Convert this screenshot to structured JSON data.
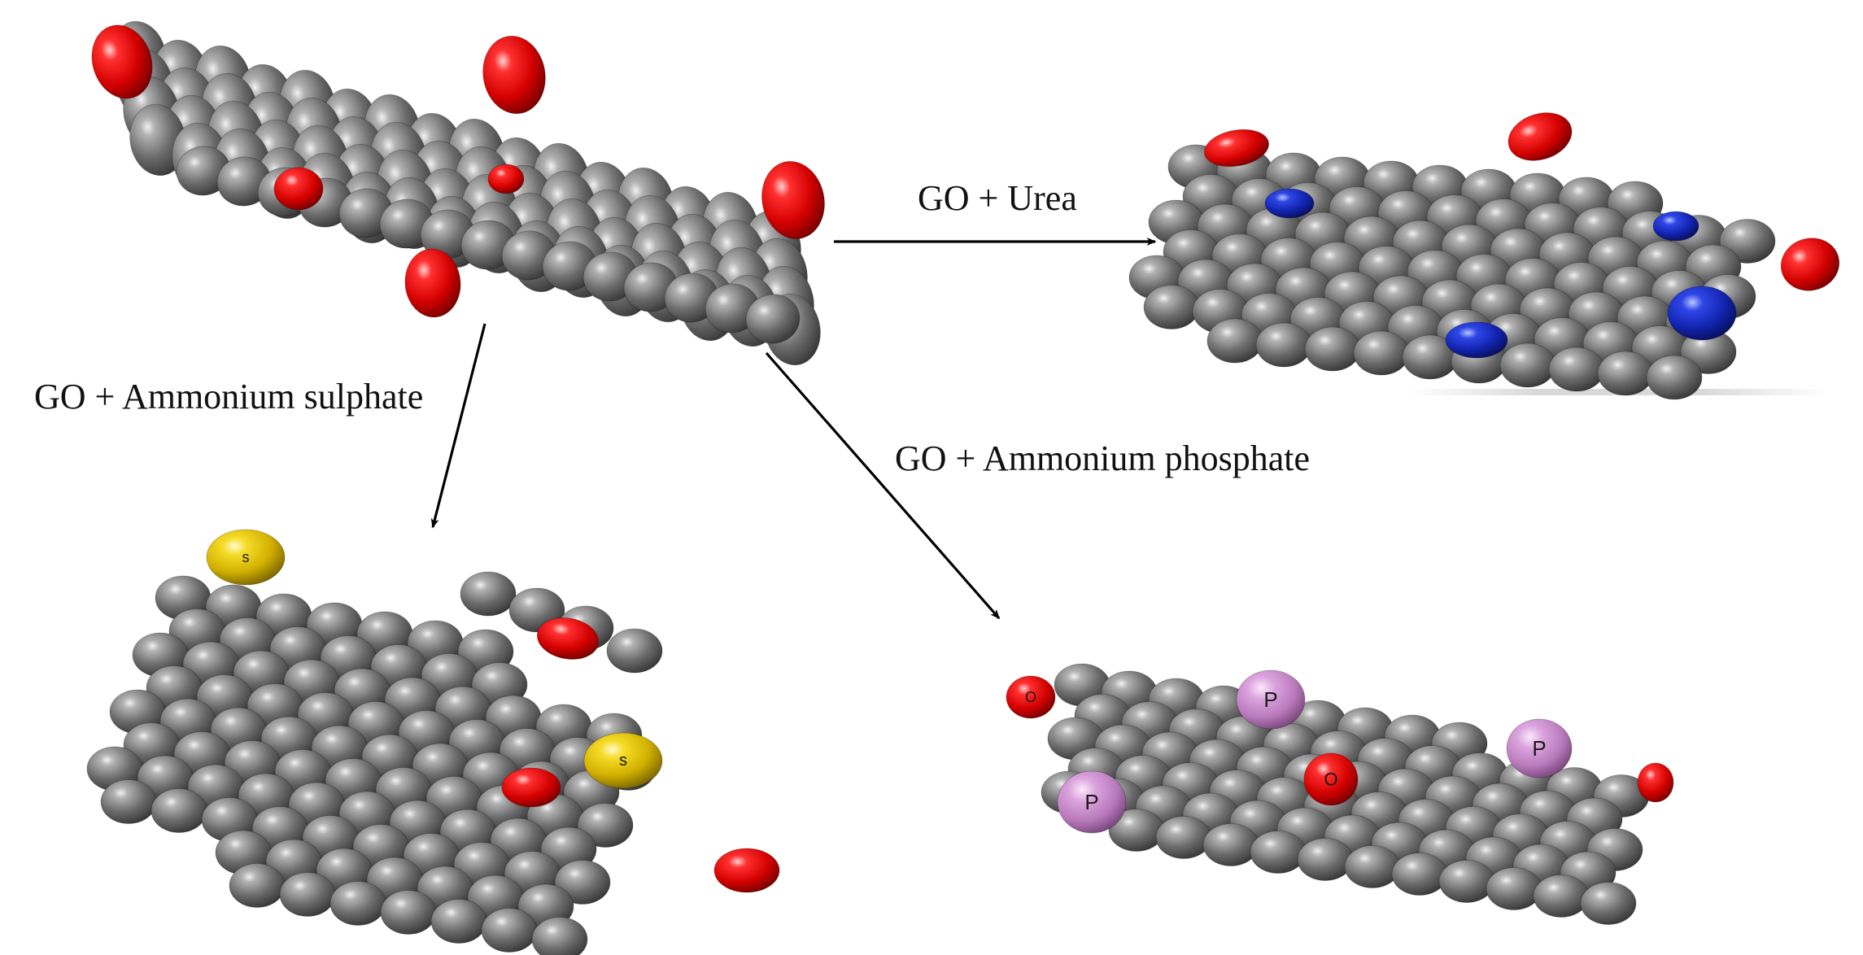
{
  "figure": {
    "molecules": [
      {
        "name": "go-sheet",
        "heteroatoms": [
          {
            "element": "O",
            "label": ""
          },
          {
            "element": "O",
            "label": ""
          },
          {
            "element": "O",
            "label": ""
          },
          {
            "element": "O",
            "label": ""
          },
          {
            "element": "O",
            "label": ""
          },
          {
            "element": "O",
            "label": ""
          }
        ]
      },
      {
        "name": "urea-doped-sheet",
        "heteroatoms": [
          {
            "element": "O",
            "label": ""
          },
          {
            "element": "O",
            "label": ""
          },
          {
            "element": "O",
            "label": ""
          },
          {
            "element": "N",
            "label": ""
          },
          {
            "element": "N",
            "label": ""
          },
          {
            "element": "N",
            "label": ""
          },
          {
            "element": "N",
            "label": ""
          }
        ]
      },
      {
        "name": "sulphate-doped-sheet",
        "heteroatoms": [
          {
            "element": "S",
            "label": "s"
          },
          {
            "element": "S",
            "label": "s"
          },
          {
            "element": "O",
            "label": ""
          },
          {
            "element": "O",
            "label": ""
          },
          {
            "element": "O",
            "label": ""
          }
        ]
      },
      {
        "name": "phosphate-doped-sheet",
        "heteroatoms": [
          {
            "element": "O",
            "label": "O"
          },
          {
            "element": "O",
            "label": "O"
          },
          {
            "element": "O",
            "label": ""
          },
          {
            "element": "P",
            "label": "P"
          },
          {
            "element": "P",
            "label": "P"
          },
          {
            "element": "P",
            "label": "P"
          }
        ]
      }
    ],
    "reactions": [
      {
        "label": "GO + Urea"
      },
      {
        "label": "GO + Ammonium sulphate"
      },
      {
        "label": "GO + Ammonium phosphate"
      }
    ],
    "colors": {
      "carbon": "#6e6e6e",
      "oxygen": "#e01010",
      "nitrogen": "#1a2ec8",
      "sulfur": "#e8cc10",
      "phosphorus": "#d79ad9",
      "arrow": "#000000"
    }
  }
}
